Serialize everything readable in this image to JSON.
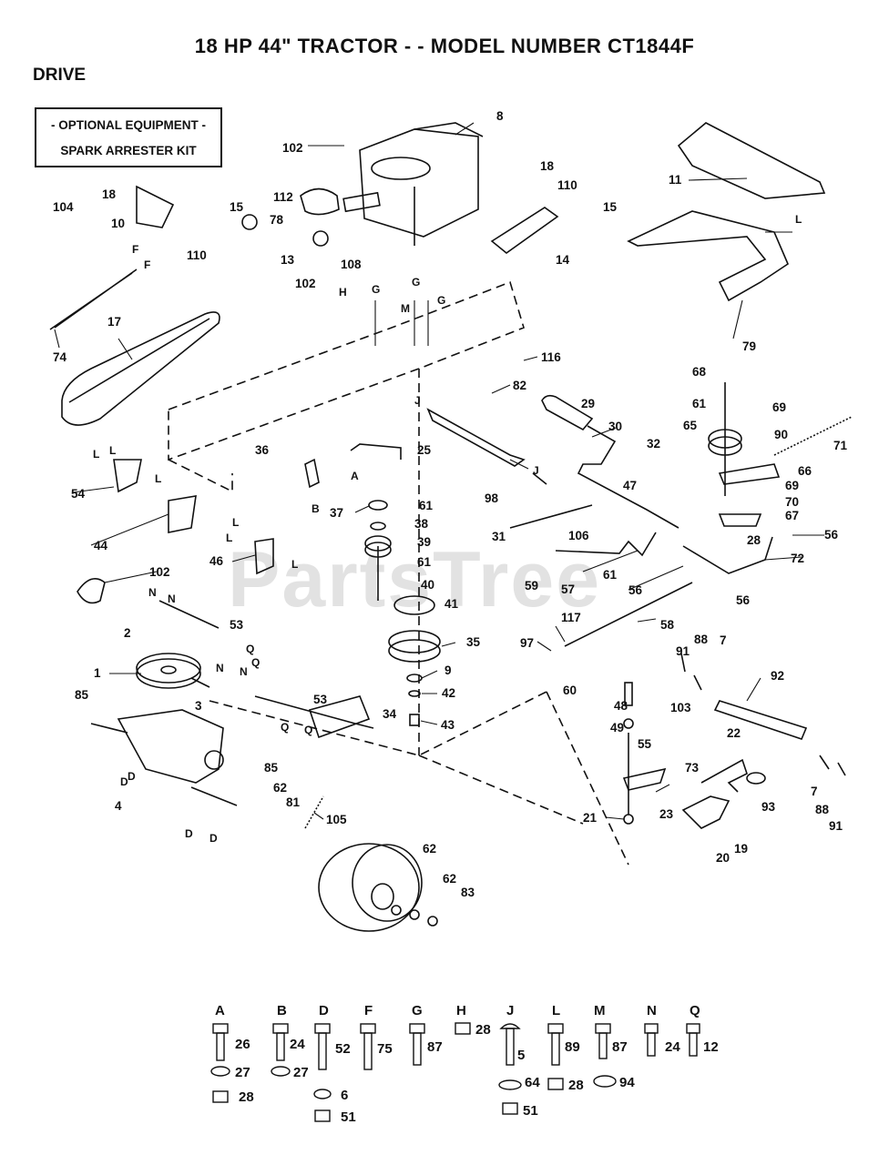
{
  "title": "18 HP 44\" TRACTOR - - MODEL NUMBER CT1844F",
  "section": "DRIVE",
  "optional_box": {
    "line1": "- OPTIONAL EQUIPMENT -",
    "line2": "SPARK ARRESTER KIT"
  },
  "watermark": "PartsTree",
  "callouts": {
    "c8": "8",
    "c102a": "102",
    "c112": "112",
    "c13": "13",
    "c108": "108",
    "c18a": "18",
    "c10": "10",
    "c110a": "110",
    "c15a": "15",
    "c78": "78",
    "c104": "104",
    "c18b": "18",
    "c110b": "110",
    "c15b": "15",
    "c14": "14",
    "c11": "11",
    "c79": "79",
    "c74": "74",
    "c17": "17",
    "c102b": "102",
    "c116": "116",
    "c82": "82",
    "c68": "68",
    "c61a": "61",
    "c69a": "69",
    "c65": "65",
    "c90": "90",
    "c71": "71",
    "c29": "29",
    "c30": "30",
    "c32": "32",
    "c47": "47",
    "c66": "66",
    "c69b": "69",
    "c70": "70",
    "c67": "67",
    "c25": "25",
    "c36": "36",
    "c98": "98",
    "c54": "54",
    "c37": "37",
    "c61b": "61",
    "c38": "38",
    "c39": "39",
    "c31": "31",
    "c106": "106",
    "c56a": "56",
    "c28a": "28",
    "c72": "72",
    "c44": "44",
    "c46": "46",
    "c61c": "61",
    "c40": "40",
    "c59": "59",
    "c57": "57",
    "c61d": "61",
    "c56b": "56",
    "c56c": "56",
    "c102c": "102",
    "c41": "41",
    "c58": "58",
    "c53a": "53",
    "c2": "2",
    "c117": "117",
    "c97": "97",
    "c35": "35",
    "c91a": "91",
    "c88a": "88",
    "c7a": "7",
    "c1": "1",
    "c9": "9",
    "c92": "92",
    "c42": "42",
    "c60": "60",
    "c103": "103",
    "c85a": "85",
    "c3": "3",
    "c53b": "53",
    "c48": "48",
    "c34": "34",
    "c43": "43",
    "c49": "49",
    "c22": "22",
    "c55": "55",
    "c73": "73",
    "c85b": "85",
    "c4": "4",
    "c62a": "62",
    "c81": "81",
    "c93": "93",
    "c7b": "7",
    "c88b": "88",
    "c91b": "91",
    "c23": "23",
    "c21": "21",
    "c105": "105",
    "c20": "20",
    "c19": "19",
    "c62b": "62",
    "c62c": "62",
    "c83": "83"
  },
  "letters": {
    "F1": "F",
    "F2": "F",
    "H": "H",
    "G1": "G",
    "G2": "G",
    "G3": "G",
    "M": "M",
    "L1": "L",
    "J1": "J",
    "J2": "J",
    "A": "A",
    "B": "B",
    "L2": "L",
    "L3": "L",
    "L4": "L",
    "L5": "L",
    "L6": "L",
    "L7": "L",
    "N1": "N",
    "N2": "N",
    "N3": "N",
    "N4": "N",
    "Q1": "Q",
    "Q2": "Q",
    "Q3": "Q",
    "Q4": "Q",
    "D1": "D",
    "D2": "D",
    "D3": "D",
    "D4": "D"
  },
  "hardware_key": {
    "A": {
      "letter": "A",
      "bolt": "26",
      "washer": "27",
      "nut": "28"
    },
    "B": {
      "letter": "B",
      "bolt": "24",
      "washer": "27"
    },
    "D": {
      "letter": "D",
      "bolt": "52",
      "washer": "6",
      "nut": "51"
    },
    "F": {
      "letter": "F",
      "bolt": "75"
    },
    "G": {
      "letter": "G",
      "bolt": "87"
    },
    "H": {
      "letter": "H",
      "nut": "28"
    },
    "J": {
      "letter": "J",
      "bolt": "5",
      "washer": "64",
      "nut": "51"
    },
    "L": {
      "letter": "L",
      "bolt": "89",
      "nut": "28"
    },
    "M": {
      "letter": "M",
      "bolt": "87",
      "washer": "94"
    },
    "N": {
      "letter": "N",
      "bolt": "24"
    },
    "Q": {
      "letter": "Q",
      "bolt": "12"
    }
  }
}
